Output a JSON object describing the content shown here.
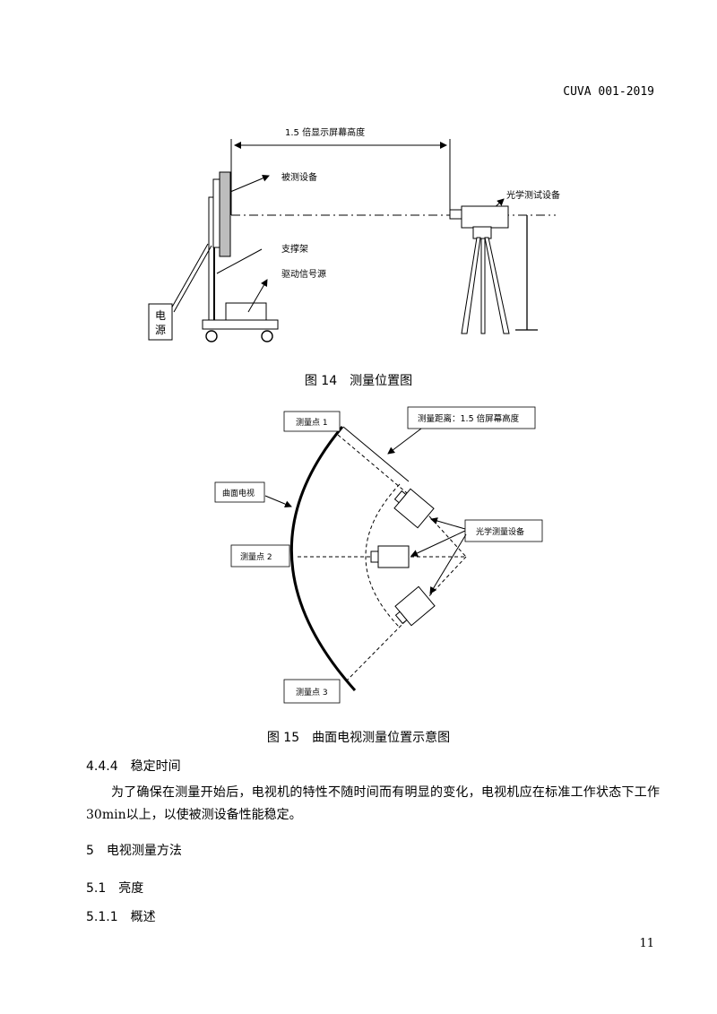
{
  "header": {
    "code": "CUVA 001-2019"
  },
  "figure14": {
    "distance_label": "1.5 倍显示屏幕高度",
    "device_label": "被测设备",
    "optical_label": "光学测试设备",
    "stand_label": "支撑架",
    "signal_label": "驱动信号源",
    "power_label_1": "电",
    "power_label_2": "源",
    "caption": "图 14　测量位置图"
  },
  "figure15": {
    "point1": "测量点 1",
    "point2": "测量点 2",
    "point3": "测量点 3",
    "tv_label": "曲面电视",
    "distance_label": "测量距离：1.5 倍屏幕高度",
    "optical_label": "光学测量设备",
    "caption": "图 15　曲面电视测量位置示意图"
  },
  "section_444": {
    "title": "4.4.4　稳定时间"
  },
  "paragraph_444": "为了确保在测量开始后，电视机的特性不随时间而有明显的变化，电视机应在标准工作状态下工作30min以上，以使被测设备性能稳定。",
  "section_5": {
    "title": "5　电视测量方法"
  },
  "section_51": {
    "title": "5.1　亮度"
  },
  "section_511": {
    "title": "5.1.1　概述"
  },
  "page_number": "11"
}
